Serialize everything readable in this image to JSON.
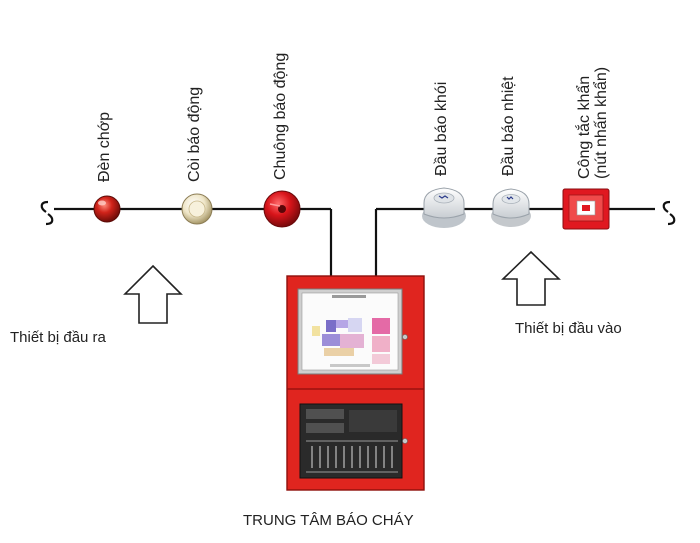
{
  "output_devices": [
    {
      "label": "Đèn chớp",
      "icon": "strobe-light-icon",
      "color": "#c81a14"
    },
    {
      "label": "Còi báo động",
      "icon": "siren-icon",
      "color": "#ece3c6"
    },
    {
      "label": "Chuông báo động",
      "icon": "alarm-bell-icon",
      "color": "#d8141a"
    }
  ],
  "input_devices": [
    {
      "label": "Đầu báo khói",
      "icon": "smoke-detector-icon",
      "color": "#e9ecef"
    },
    {
      "label": "Đầu báo nhiệt",
      "icon": "heat-detector-icon",
      "color": "#eef0f0"
    },
    {
      "label_line1": "Công tắc khẩn",
      "label_line2": "(nút nhấn khẩn)",
      "icon": "manual-call-point-icon",
      "color": "#e01820"
    }
  ],
  "output_group_label": "Thiết bị đầu ra",
  "input_group_label": "Thiết bị đầu vào",
  "panel_label": "TRUNG TÂM BÁO CHÁY",
  "colors": {
    "panel_red": "#e0251f",
    "line": "#111111"
  }
}
